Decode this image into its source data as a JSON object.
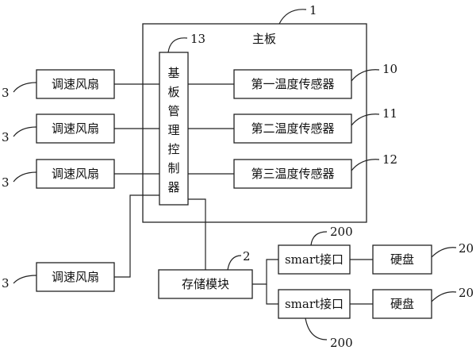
{
  "mainboard": {
    "label": "主板",
    "ref": "1"
  },
  "bmc": {
    "chars": [
      "基",
      "板",
      "管",
      "理",
      "控",
      "制",
      "器"
    ],
    "ref": "13"
  },
  "sensors": [
    {
      "label": "第一温度传感器",
      "ref": "10"
    },
    {
      "label": "第二温度传感器",
      "ref": "11"
    },
    {
      "label": "第三温度传感器",
      "ref": "12"
    }
  ],
  "fans": [
    {
      "label": "调速风扇",
      "ref": "3"
    },
    {
      "label": "调速风扇",
      "ref": "3"
    },
    {
      "label": "调速风扇",
      "ref": "3"
    },
    {
      "label": "调速风扇",
      "ref": "3"
    }
  ],
  "storage": {
    "label": "存储模块",
    "ref": "2"
  },
  "smart_interfaces": [
    {
      "label": "smart接口",
      "ref": "200"
    },
    {
      "label": "smart接口",
      "ref": "200"
    }
  ],
  "disks": [
    {
      "label": "硬盘",
      "ref": "20"
    },
    {
      "label": "硬盘",
      "ref": "20"
    }
  ]
}
